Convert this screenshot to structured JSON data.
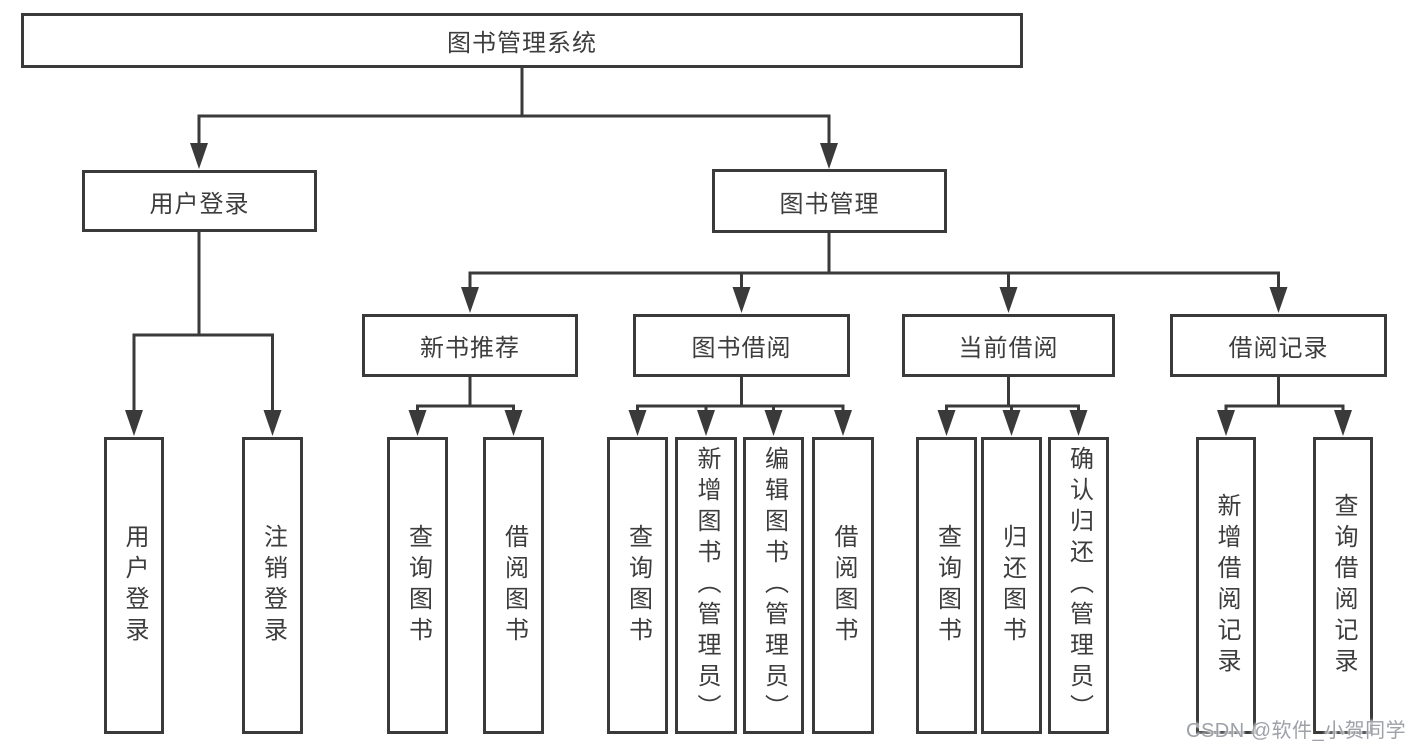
{
  "tree": {
    "label": "图书管理系统",
    "children": [
      {
        "label": "用户登录",
        "children": [
          {
            "label": "用户登录"
          },
          {
            "label": "注销登录"
          }
        ]
      },
      {
        "label": "图书管理",
        "children": [
          {
            "label": "新书推荐",
            "children": [
              {
                "label": "查询图书"
              },
              {
                "label": "借阅图书"
              }
            ]
          },
          {
            "label": "图书借阅",
            "children": [
              {
                "label": "查询图书"
              },
              {
                "label": "新增图书（管理员）"
              },
              {
                "label": "编辑图书（管理员）"
              },
              {
                "label": "借阅图书"
              }
            ]
          },
          {
            "label": "当前借阅",
            "children": [
              {
                "label": "查询图书"
              },
              {
                "label": "归还图书"
              },
              {
                "label": "确认归还（管理员）"
              }
            ]
          },
          {
            "label": "借阅记录",
            "children": [
              {
                "label": "新增借阅记录"
              },
              {
                "label": "查询借阅记录"
              }
            ]
          }
        ]
      }
    ]
  },
  "watermark": {
    "text": "CSDN @软件_小贺同学"
  },
  "colors": {
    "line": "#3a3a3a",
    "text": "#3d3d3d",
    "watermark": "#9da1a8",
    "background": "#ffffff"
  }
}
